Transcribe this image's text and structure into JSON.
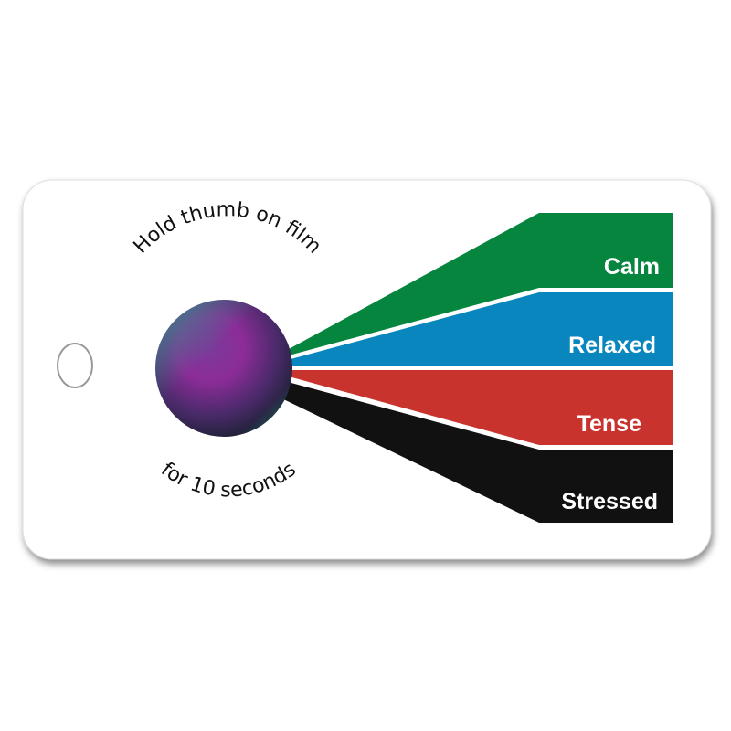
{
  "card": {
    "top_text": "Hold thumb on film",
    "bottom_text": "for 10 seconds",
    "film_icon": "color-changing-film-disc",
    "bands": [
      {
        "label": "Calm",
        "color": "#06853f"
      },
      {
        "label": "Relaxed",
        "color": "#0a86bf"
      },
      {
        "label": "Tense",
        "color": "#c8332d"
      },
      {
        "label": "Stressed",
        "color": "#111111"
      }
    ]
  }
}
